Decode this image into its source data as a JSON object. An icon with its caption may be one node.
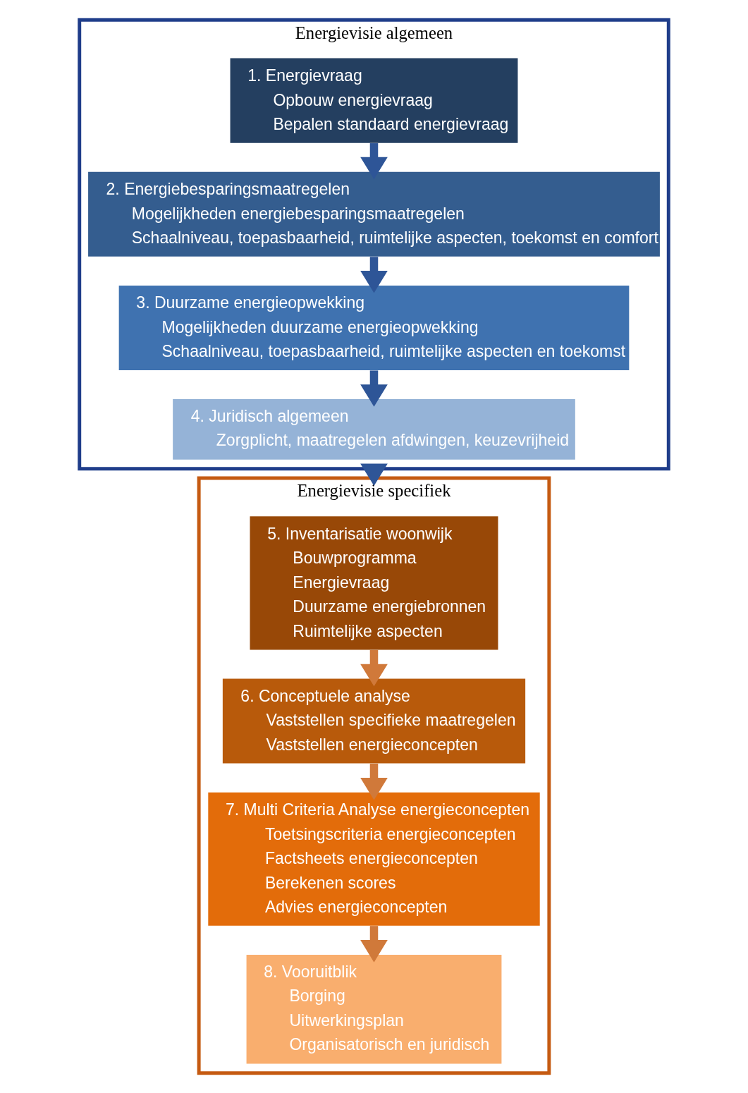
{
  "diagram": {
    "nodes": [
      {
        "text": [
          "Energievisie algemeen"
        ]
      },
      {
        "text": [
          "1. Energievraag",
          "Opbouw energievraag",
          "Bepalen standaard energievraag"
        ],
        "in": 0
      },
      {
        "text": [
          "2. Energiebesparingsmaatregelen",
          "Mogelijkheden energiebesparingsmaatregelen",
          "Schaalniveau, toepasbaarheid, ruimtelijke aspecten, toekomst en comfort"
        ],
        "in": 0
      },
      {
        "text": [
          "3. Duurzame energieopwekking",
          "Mogelijkheden duurzame energieopwekking",
          "Schaalniveau, toepasbaarheid, ruimtelijke aspecten en toekomst"
        ],
        "in": 0
      },
      {
        "text": [
          "4. Juridisch algemeen",
          "Zorgplicht, maatregelen afdwingen, keuzevrijheid"
        ],
        "in": 0
      },
      {
        "text": [
          "Energievisie specifiek"
        ]
      },
      {
        "text": [
          "5. Inventarisatie woonwijk",
          "Bouwprogramma",
          "Energievraag",
          "Duurzame energiebronnen",
          "Ruimtelijke aspecten"
        ],
        "in": 5
      },
      {
        "text": [
          "6. Conceptuele analyse",
          "Vaststellen specifieke maatregelen",
          "Vaststellen energieconcepten"
        ],
        "in": 5
      },
      {
        "text": [
          "7. Multi Criteria Analyse energieconcepten",
          "Toetsingscriteria energieconcepten",
          "Factsheets energieconcepten",
          "Berekenen scores",
          "Advies energieconcepten"
        ],
        "in": 5
      },
      {
        "text": [
          "8. Vooruitblik",
          "Borging",
          "Uitwerkingsplan",
          "Organisatorisch en juridisch"
        ],
        "in": 5
      }
    ],
    "edges": [
      {
        "from": 1,
        "to": 2,
        "arrow": "to"
      },
      {
        "from": 2,
        "to": 3,
        "arrow": "to"
      },
      {
        "from": 3,
        "to": 4,
        "arrow": "to"
      },
      {
        "from": 0,
        "to": 5,
        "arrow": "to"
      },
      {
        "from": 6,
        "to": 7,
        "arrow": "to",
        "color": "#d0793a"
      },
      {
        "from": 7,
        "to": 8,
        "arrow": "to",
        "color": "#d0793a"
      },
      {
        "from": 8,
        "to": 9,
        "arrow": "to",
        "color": "#d0793a"
      }
    ]
  }
}
